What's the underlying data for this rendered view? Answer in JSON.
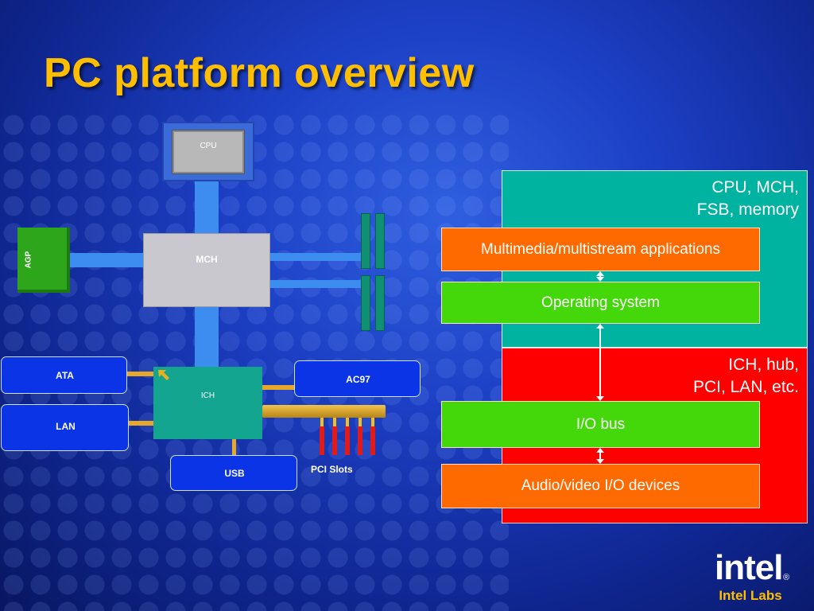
{
  "slide": {
    "title": "PC platform overview"
  },
  "diagram": {
    "cpu_label": "CPU",
    "mch_label": "MCH",
    "agp_label": "AGP",
    "ich_label": "ICH",
    "ata_label": "ATA",
    "lan_label": "LAN",
    "ac97_label": "AC97",
    "usb_label": "USB",
    "pci_slots_label": "PCI Slots"
  },
  "stack": {
    "top_region_line1": "CPU, MCH,",
    "top_region_line2": "FSB, memory",
    "bottom_region_line1": "ICH, hub,",
    "bottom_region_line2": "PCI, LAN, etc.",
    "layers": {
      "multimedia": "Multimedia/multistream applications",
      "os": "Operating system",
      "io_bus": "I/O bus",
      "av_devices": "Audio/video I/O devices"
    },
    "colors": {
      "top_region": "#00b2a0",
      "bottom_region": "#ff0000",
      "orange_layer": "#ff6a00",
      "green_layer": "#44d80a"
    }
  },
  "branding": {
    "logo_text": "intel",
    "lab_text": "Intel Labs"
  }
}
